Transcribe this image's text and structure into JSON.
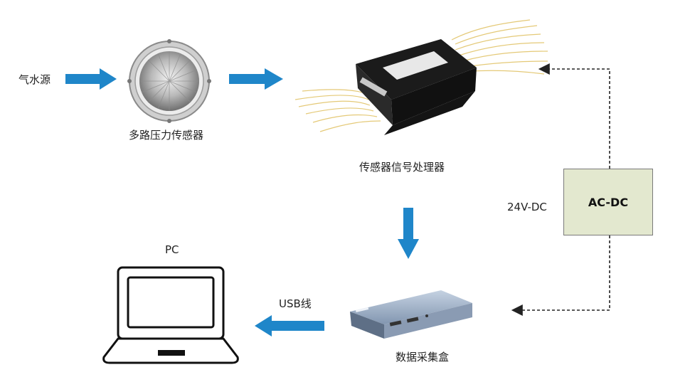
{
  "labels": {
    "air_source": "气水源",
    "sensor": "多路压力传感器",
    "processor": "传感器信号处理器",
    "daq": "数据采集盒",
    "pc": "PC",
    "usb": "USB线",
    "dc": "24V-DC",
    "acdc": "AC-DC"
  },
  "colors": {
    "arrow_blue": "#1f86c9",
    "acdc_fill": "#e3e8cf",
    "dashed_line": "#222222"
  },
  "icons": [
    "arrow-right-icon",
    "arrow-down-icon",
    "arrow-left-icon",
    "laptop-icon",
    "sensor-disc-icon",
    "processor-box-icon",
    "daq-box-icon"
  ]
}
